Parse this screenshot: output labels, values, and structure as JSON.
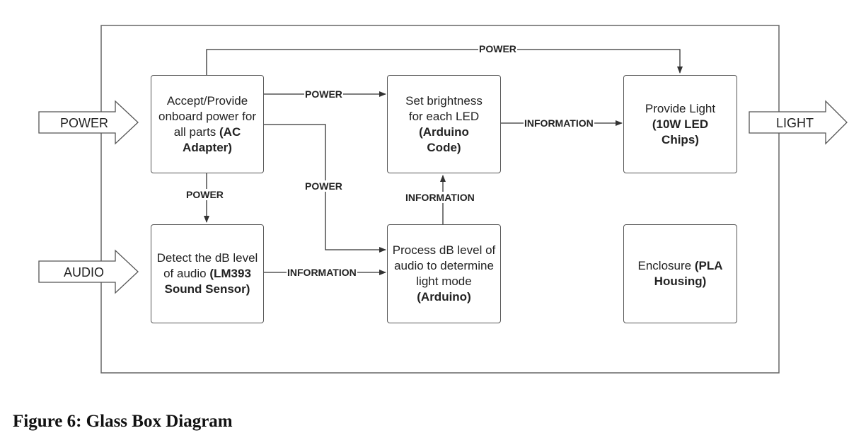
{
  "blocks": {
    "power_supply": {
      "text": "Accept/Provide onboard power for all parts ",
      "bold": "(AC Adapter)"
    },
    "sound_sensor": {
      "text": "Detect the dB level of audio ",
      "bold": "(LM393 Sound Sensor)"
    },
    "arduino_code": {
      "text": "Set brightness for each LED ",
      "bold": "(Arduino Code)"
    },
    "processing": {
      "text": "Process dB level of audio to determine light mode ",
      "bold": "(Arduino)"
    },
    "light": {
      "text": "Provide Light ",
      "bold": "(10W LED Chips)"
    },
    "enclosure": {
      "text": "Enclosure ",
      "bold": "(PLA Housing)"
    }
  },
  "inputs": {
    "power": "POWER",
    "audio": "AUDIO"
  },
  "outputs": {
    "light": "LIGHT"
  },
  "connection_labels": {
    "top_power": "POWER",
    "power_to_code": "POWER",
    "power_to_sensor": "POWER",
    "power_to_processing": "POWER",
    "code_to_light": "INFORMATION",
    "processing_to_code": "INFORMATION",
    "sensor_to_processing": "INFORMATION"
  },
  "caption": "Figure 6: Glass Box Diagram",
  "colors": {
    "line": "#333333",
    "box_border": "#555555",
    "frame_border": "#666666"
  }
}
